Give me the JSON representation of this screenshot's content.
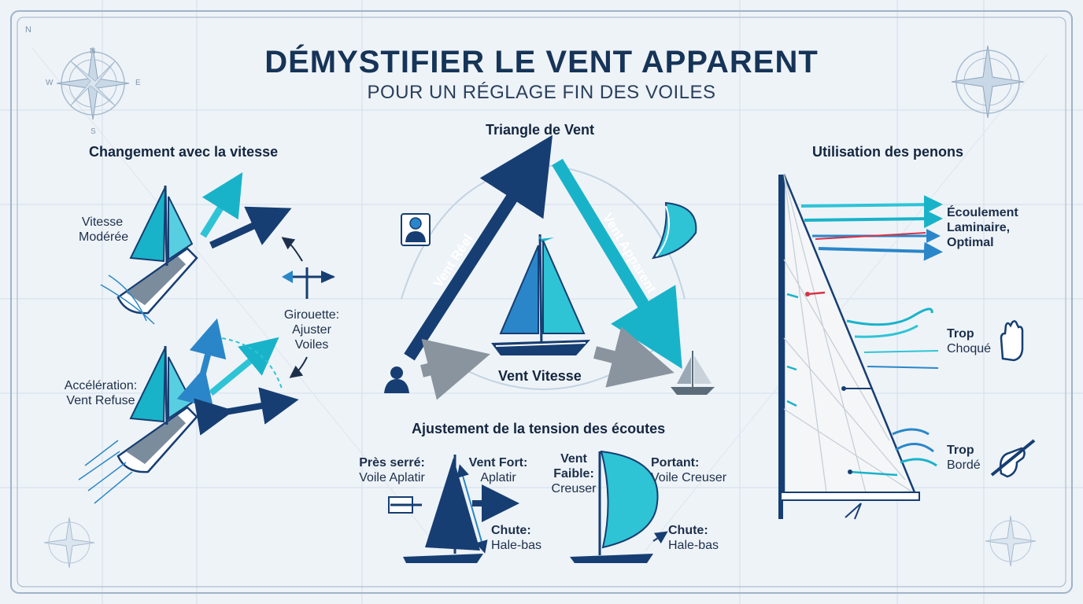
{
  "title": "DÉMYSTIFIER LE VENT APPARENT",
  "subtitle": "POUR UN RÉGLAGE FIN DES VOILES",
  "compass": {
    "n": "N",
    "s": "S",
    "e": "E",
    "w": "W"
  },
  "speed_section": {
    "heading": "Changement avec la vitesse",
    "moderate_label_1": "Vitesse",
    "moderate_label_2": "Modérée",
    "accel_label_1": "Accélération:",
    "accel_label_2": "Vent Refuse",
    "vane_label_1": "Girouette:",
    "vane_label_2": "Ajuster",
    "vane_label_3": "Voiles"
  },
  "triangle_section": {
    "heading": "Triangle de Vent",
    "true_wind": "Vent Réel",
    "apparent_wind": "Vent Apparent",
    "speed_wind": "Vent Vitesse"
  },
  "sheet_section": {
    "heading": "Ajustement de la tension des écoutes",
    "close_1": "Près serré:",
    "close_2": "Voile Aplatir",
    "strong_1": "Vent Fort:",
    "strong_2": "Aplatir",
    "leech_left_1": "Chute:",
    "leech_left_2": "Hale-bas",
    "light_1": "Vent",
    "light_2": "Faible:",
    "light_3": "Creuser",
    "downwind_1": "Portant:",
    "downwind_2": "Voile Creuser",
    "leech_right_1": "Chute:",
    "leech_right_2": "Hale-bas"
  },
  "telltales_section": {
    "heading": "Utilisation des penons",
    "laminar_1": "Écoulement",
    "laminar_2": "Laminaire,",
    "laminar_3": "Optimal",
    "stalled_1": "Trop",
    "stalled_2": "Choqué",
    "overtrim_1": "Trop",
    "overtrim_2": "Bordé"
  },
  "colors": {
    "navy": "#163e72",
    "teal": "#19b3c9",
    "cyan": "#2ec4d6",
    "grey_arrow": "#8a949e",
    "red_telltale": "#d63447",
    "background": "#eef3f8"
  }
}
